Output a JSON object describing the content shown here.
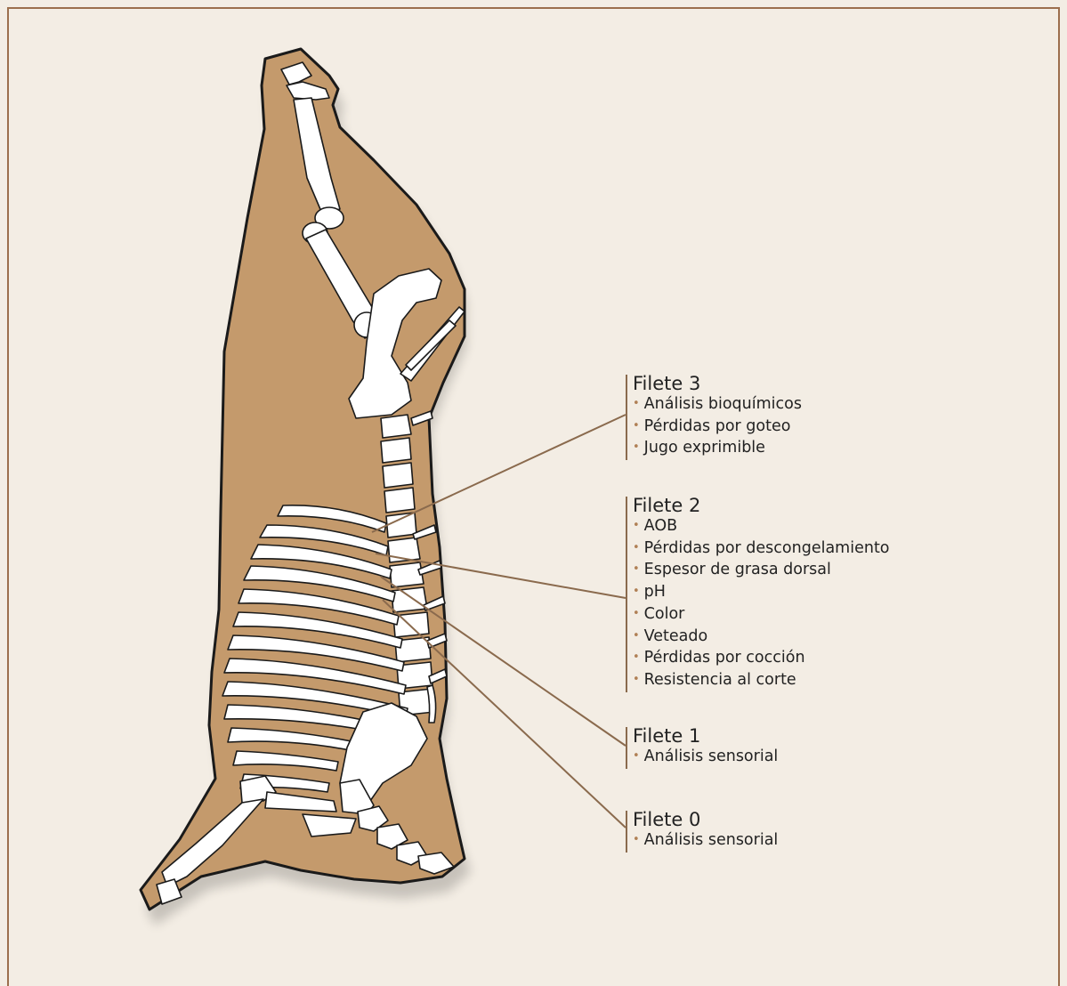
{
  "colors": {
    "background": "#f3ede4",
    "frame": "#9c6f4d",
    "carcass": "#c49a6c",
    "bone": "#ffffff",
    "leader_line": "#8a6a4d",
    "bullet": "#b08055"
  },
  "groups": [
    {
      "id": "filete-3",
      "title": "Filete 3",
      "items": [
        "Análisis bioquímicos",
        "Pérdidas por goteo",
        "Jugo exprimible"
      ]
    },
    {
      "id": "filete-2",
      "title": "Filete 2",
      "items": [
        "AOB",
        "Pérdidas por descongelamiento",
        "Espesor de grasa dorsal",
        "pH",
        "Color",
        "Veteado",
        "Pérdidas por cocción",
        "Resistencia al corte"
      ]
    },
    {
      "id": "filete-1",
      "title": "Filete 1",
      "items": [
        "Análisis sensorial"
      ]
    },
    {
      "id": "filete-0",
      "title": "Filete 0",
      "items": [
        "Análisis sensorial"
      ]
    }
  ]
}
